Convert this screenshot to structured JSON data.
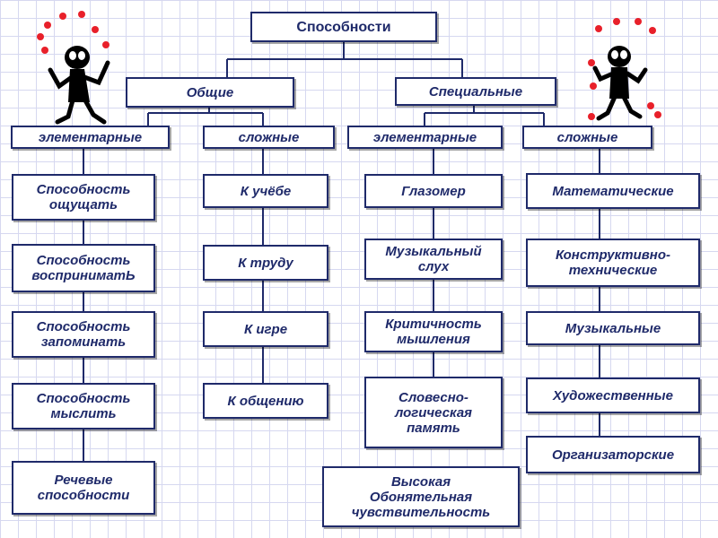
{
  "root": "Способности",
  "branches": {
    "general": "Общие",
    "special": "Специальные"
  },
  "categories": {
    "general_elementary": "элементарные",
    "general_complex": "сложные",
    "special_elementary": "элементарные",
    "special_complex": "сложные"
  },
  "general_elementary_items": [
    "Способность\nощущать",
    "Способность\nвосприниматЬ",
    "Способность\nзапоминать",
    "Способность\nмыслить",
    "Речевые\nспособности"
  ],
  "general_complex_items": [
    "К учёбе",
    "К труду",
    "К игре",
    "К общению"
  ],
  "special_elementary_items": [
    "Глазомер",
    "Музыкальный\nслух",
    "Критичность\nмышления",
    "Словесно-\nлогическая\nпамять",
    "Высокая\nОбонятельная\nчувствительность"
  ],
  "special_complex_items": [
    "Математические",
    "Конструктивно-\nтехнические",
    "Музыкальные",
    "Художественные",
    "Организаторские"
  ],
  "colors": {
    "border": "#1f2a6a",
    "text": "#1f2a6a",
    "grid": "#d6d8f0",
    "ball": "#e8202a"
  },
  "icons": [
    "juggler-figure-left",
    "juggler-figure-right"
  ]
}
